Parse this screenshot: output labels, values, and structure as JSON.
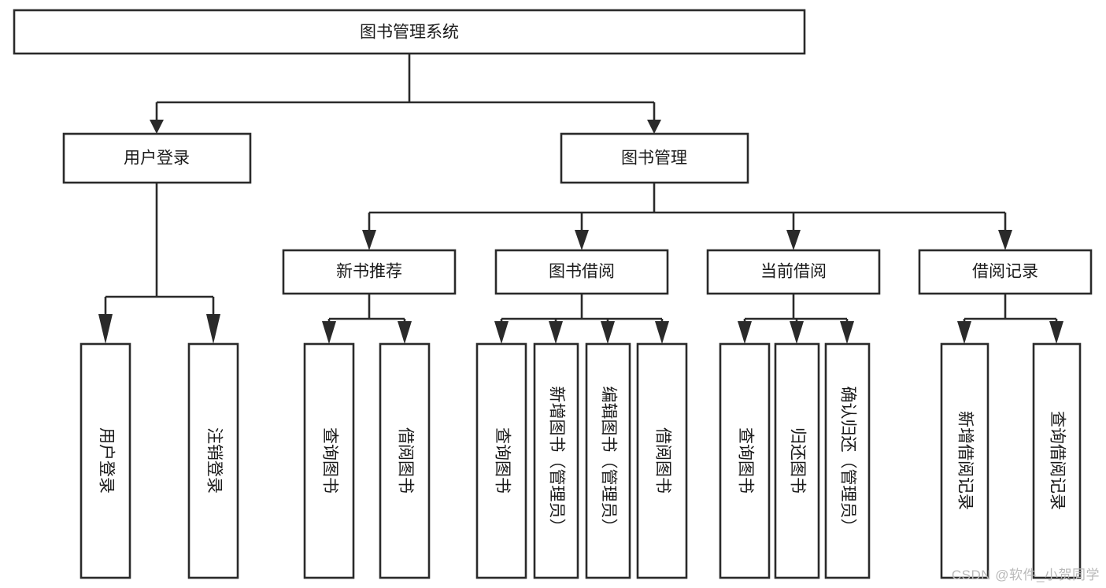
{
  "diagram": {
    "type": "tree",
    "title": "图书管理系统",
    "colors": {
      "background": "#ffffff",
      "box_fill": "#ffffff",
      "box_stroke": "#2a2a2a",
      "text": "#1a1a1a",
      "watermark": "#b9b9b9"
    },
    "root": {
      "label": "图书管理系统",
      "orientation": "horizontal"
    },
    "level2": [
      {
        "label": "用户登录",
        "orientation": "horizontal"
      },
      {
        "label": "图书管理",
        "orientation": "horizontal"
      }
    ],
    "level3": [
      {
        "label": "新书推荐",
        "orientation": "horizontal"
      },
      {
        "label": "图书借阅",
        "orientation": "horizontal"
      },
      {
        "label": "当前借阅",
        "orientation": "horizontal"
      },
      {
        "label": "借阅记录",
        "orientation": "horizontal"
      }
    ],
    "leaves": {
      "user_login": [
        {
          "label": "用户登录",
          "orientation": "vertical"
        },
        {
          "label": "注销登录",
          "orientation": "vertical"
        }
      ],
      "new_book_recommend": [
        {
          "label": "查询图书",
          "orientation": "vertical"
        },
        {
          "label": "借阅图书",
          "orientation": "vertical"
        }
      ],
      "book_borrow": [
        {
          "label": "查询图书",
          "orientation": "vertical"
        },
        {
          "label": "新增图书（管理员）",
          "orientation": "vertical"
        },
        {
          "label": "编辑图书（管理员）",
          "orientation": "vertical"
        },
        {
          "label": "借阅图书",
          "orientation": "vertical"
        }
      ],
      "current_borrow": [
        {
          "label": "查询图书",
          "orientation": "vertical"
        },
        {
          "label": "归还图书",
          "orientation": "vertical"
        },
        {
          "label": "确认归还（管理员）",
          "orientation": "vertical"
        }
      ],
      "borrow_record": [
        {
          "label": "新增借阅记录",
          "orientation": "vertical"
        },
        {
          "label": "查询借阅记录",
          "orientation": "vertical"
        }
      ]
    }
  },
  "watermark": {
    "text": "CSDN @软件_小贺同学"
  }
}
